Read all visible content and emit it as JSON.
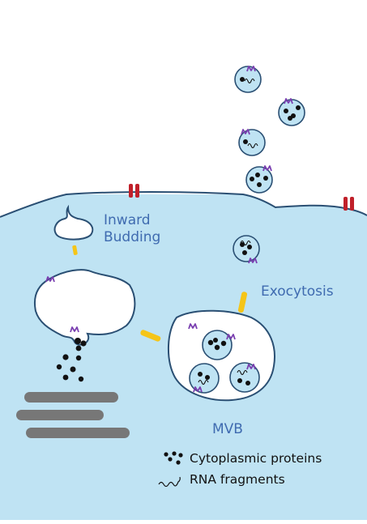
{
  "labels": {
    "inward_budding_line1": "Inward",
    "inward_budding_line2": "Budding",
    "exocytosis": "Exocytosis",
    "mvb": "MVB"
  },
  "legend": {
    "proteins": "Cytoplasmic proteins",
    "rna": "RNA fragments"
  },
  "colors": {
    "cytoplasm": "#bfe3f3",
    "membrane": "#2a4f73",
    "arrow": "#f5c518",
    "receptor": "#c0202a",
    "marker": "#7a3fb0",
    "golgi": "#777777",
    "label": "#3f6bb0"
  }
}
